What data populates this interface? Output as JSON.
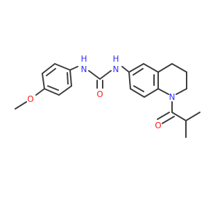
{
  "molecule": {
    "atoms": {
      "o_methoxy": "O",
      "n_urea_left": "N",
      "h_urea_left": "H",
      "o_carbonyl_urea": "O",
      "n_urea_right": "N",
      "h_urea_right": "H",
      "n_ring": "N",
      "o_carbonyl_acyl": "O"
    },
    "colors": {
      "bond": "#3b3b3b",
      "nitrogen": "#3333ff",
      "oxygen": "#ff1a1a"
    }
  }
}
